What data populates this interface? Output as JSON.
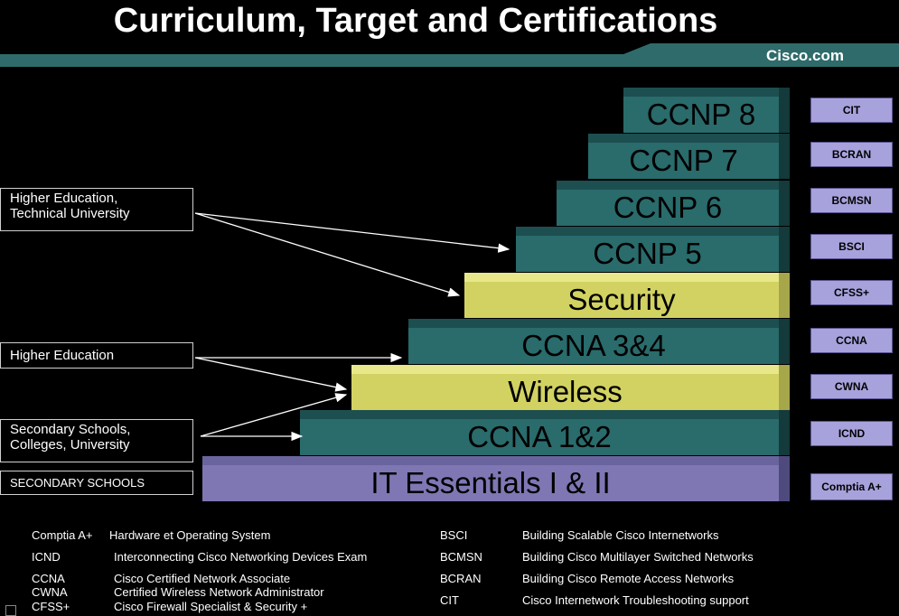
{
  "title": "Curriculum, Target and Certifications",
  "brand": "Cisco.com",
  "colors": {
    "teal": "#2a6b6c",
    "yellow": "#d2d262",
    "lavender": "#7e77b3",
    "cert_box": "#a7a2dc",
    "band": "#2f6b6a"
  },
  "steps": [
    {
      "label": "CCNP 8"
    },
    {
      "label": "CCNP 7"
    },
    {
      "label": "CCNP 6"
    },
    {
      "label": "CCNP 5"
    },
    {
      "label": "Security"
    },
    {
      "label": "CCNA 3&4"
    },
    {
      "label": "Wireless"
    },
    {
      "label": "CCNA 1&2"
    },
    {
      "label": "IT Essentials I & II"
    }
  ],
  "certs": [
    "CIT",
    "BCRAN",
    "BCMSN",
    "BSCI",
    "CFSS+",
    "CCNA",
    "CWNA",
    "ICND",
    "Comptia A+"
  ],
  "targets": [
    {
      "line1": "Higher Education,",
      "line2": "Technical University"
    },
    {
      "line1": "Higher Education"
    },
    {
      "line1": "Secondary Schools,",
      "line2": "Colleges, University"
    },
    {
      "line1": "SECONDARY SCHOOLS"
    }
  ],
  "glossary_left": [
    {
      "abbr": "Comptia A+",
      "full": "Hardware et Operating System"
    },
    {
      "abbr": "ICND",
      "full": "Interconnecting Cisco Networking Devices Exam"
    },
    {
      "abbr": "CCNA",
      "full": "Cisco Certified Network Associate"
    },
    {
      "abbr": "CWNA",
      "full": "Certified Wireless Network Administrator"
    },
    {
      "abbr": "CFSS+",
      "full": "Cisco Firewall Specialist & Security +"
    }
  ],
  "glossary_right": [
    {
      "abbr": "BSCI",
      "full": "Building Scalable Cisco Internetworks"
    },
    {
      "abbr": "BCMSN",
      "full": "Building Cisco Multilayer Switched Networks"
    },
    {
      "abbr": "BCRAN",
      "full": "Building Cisco Remote Access Networks"
    },
    {
      "abbr": "CIT",
      "full": "Cisco Internetwork Troubleshooting support"
    }
  ]
}
